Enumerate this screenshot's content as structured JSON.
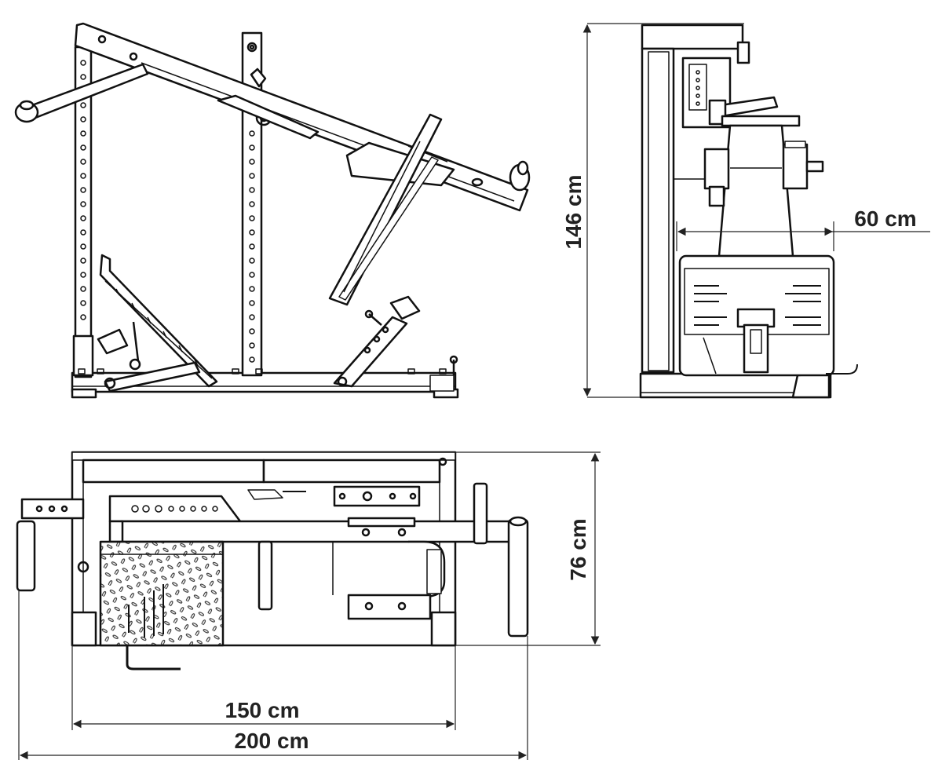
{
  "dimensions": {
    "height": "146 cm",
    "depth_side": "60 cm",
    "depth_top": "76 cm",
    "width_frame": "150 cm",
    "width_total": "200 cm"
  },
  "colors": {
    "line": "#111111",
    "dim_line": "#222222",
    "background": "#ffffff"
  }
}
